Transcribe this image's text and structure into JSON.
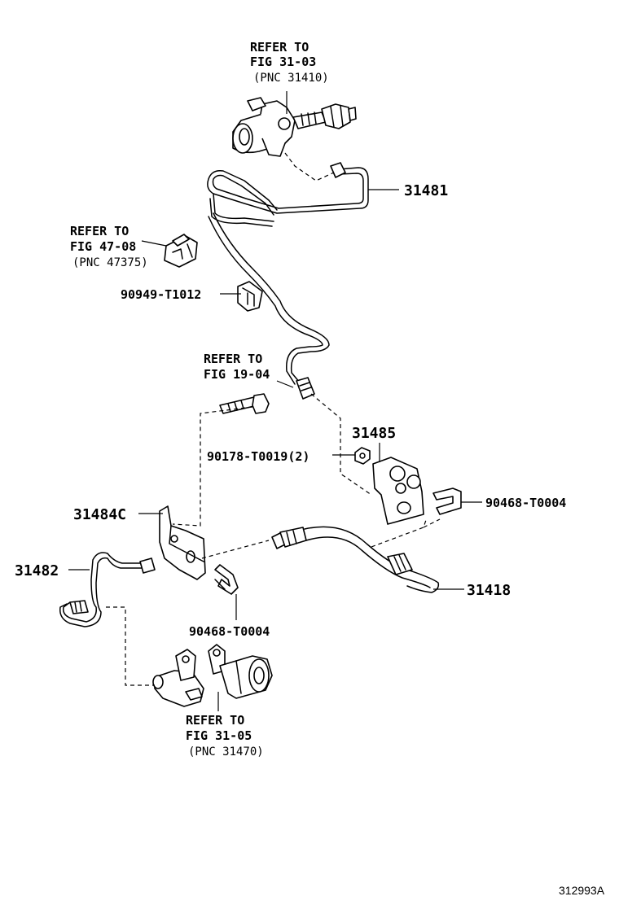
{
  "references": {
    "fig_31_03": {
      "line1": "REFER TO",
      "line2": "FIG 31-03",
      "line3": "(PNC 31410)"
    },
    "fig_47_08": {
      "line1": "REFER TO",
      "line2": "FIG 47-08",
      "line3": "(PNC 47375)"
    },
    "fig_19_04": {
      "line1": "REFER TO",
      "line2": "FIG 19-04"
    },
    "fig_31_05": {
      "line1": "REFER TO",
      "line2": "FIG 31-05",
      "line3": "(PNC 31470)"
    }
  },
  "parts": {
    "p31481": "31481",
    "p90949": "90949-T1012",
    "p31485": "31485",
    "p90178": "90178-T0019(2)",
    "p90468_right": "90468-T0004",
    "p31484c": "31484C",
    "p31482": "31482",
    "p31418": "31418",
    "p90468_bottom": "90468-T0004"
  },
  "diagram_id": "312993A"
}
